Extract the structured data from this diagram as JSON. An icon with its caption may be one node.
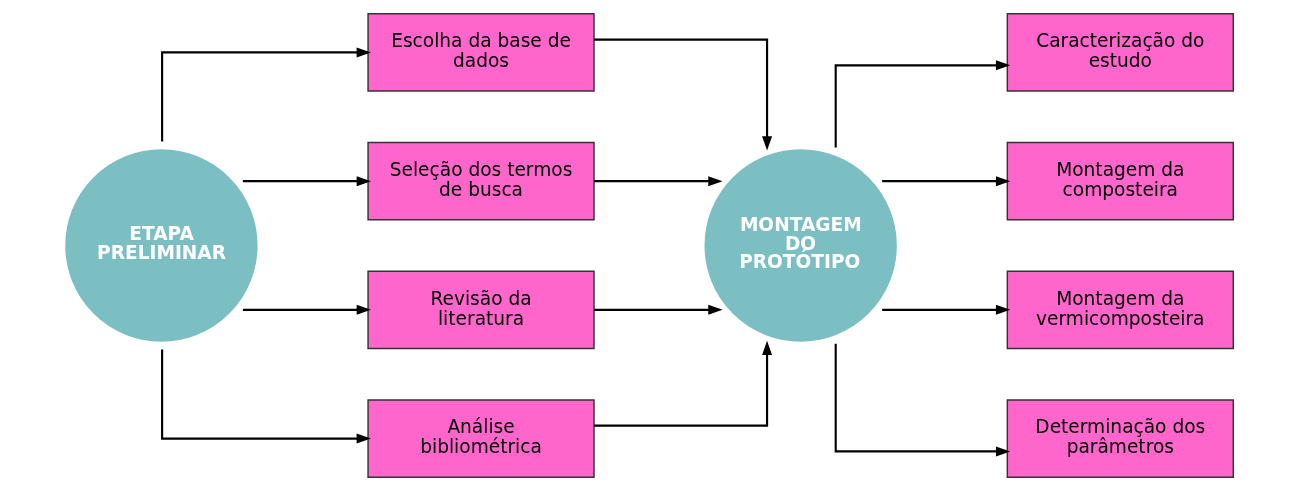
{
  "diagram": {
    "nodes": [
      {
        "text": [
          "ETAPA PRELIMINAR"
        ]
      },
      {
        "text": [
          "Escolha da base de dados"
        ]
      },
      {
        "text": [
          "Seleção dos termos de busca"
        ]
      },
      {
        "text": [
          "Revisão da literatura"
        ]
      },
      {
        "text": [
          "Análise bibliométrica"
        ]
      },
      {
        "text": [
          "MONTAGEM DO PROTÓTIPO"
        ]
      },
      {
        "text": [
          "Caracterização do estudo"
        ]
      },
      {
        "text": [
          "Montagem da composteira"
        ]
      },
      {
        "text": [
          "Montagem da vermicomposteira"
        ]
      },
      {
        "text": [
          "Determinação dos parâmetros"
        ]
      }
    ],
    "edges": [
      {
        "from": 0,
        "to": 1,
        "arrow": "to"
      },
      {
        "from": 0,
        "to": 2,
        "arrow": "to"
      },
      {
        "from": 0,
        "to": 3,
        "arrow": "to"
      },
      {
        "from": 0,
        "to": 4,
        "arrow": "to"
      },
      {
        "from": 1,
        "to": 5,
        "arrow": "to"
      },
      {
        "from": 2,
        "to": 5,
        "arrow": "to"
      },
      {
        "from": 3,
        "to": 5,
        "arrow": "to"
      },
      {
        "from": 4,
        "to": 5,
        "arrow": "to"
      },
      {
        "from": 5,
        "to": 6,
        "arrow": "to"
      },
      {
        "from": 5,
        "to": 7,
        "arrow": "to"
      },
      {
        "from": 5,
        "to": 8,
        "arrow": "to"
      },
      {
        "from": 5,
        "to": 9,
        "arrow": "to"
      }
    ]
  }
}
